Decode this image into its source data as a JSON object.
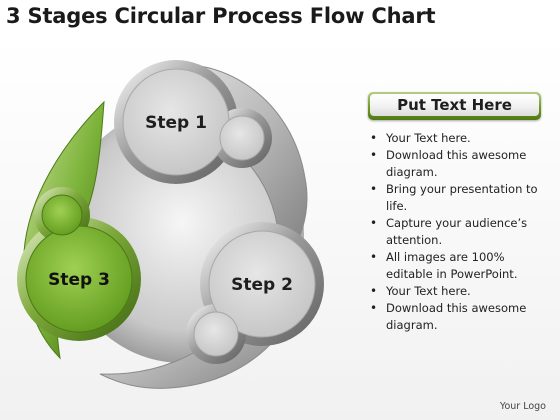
{
  "title": "3 Stages Circular Process Flow Chart",
  "diagram": {
    "steps": [
      {
        "label": "Step 1",
        "color": "#d2d2d2"
      },
      {
        "label": "Step 2",
        "color": "#d2d2d2"
      },
      {
        "label": "Step 3",
        "color": "#6aa520"
      }
    ]
  },
  "panel": {
    "header": "Put Text Here",
    "bullets": [
      "Your Text here.",
      "Download this awesome diagram.",
      "Bring your presentation to life.",
      "Capture your audience’s attention.",
      "All images are 100% editable in PowerPoint.",
      "Your Text here.",
      "Download this awesome diagram."
    ]
  },
  "footer": {
    "logo_text": "Your Logo"
  },
  "colors": {
    "accent_green": "#6aa520",
    "gray_disc": "#d2d2d2"
  }
}
